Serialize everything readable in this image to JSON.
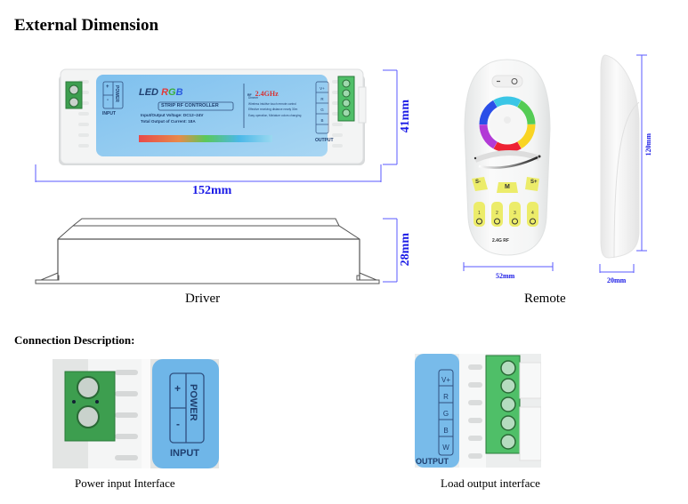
{
  "headings": {
    "external_dimension": "External Dimension",
    "connection_description": "Connection Description:"
  },
  "driver": {
    "label_led": "LED",
    "label_rgb_r": "R",
    "label_rgb_g": "G",
    "label_rgb_b": "B",
    "controller_title": "STRIP RF CONTROLLER",
    "voltage_text": "Input/Output Voltage: DC12~24V",
    "current_text": "Total Output of Current: 18A",
    "rf_prefix": "RF",
    "rf_freq": "2.4GHz",
    "features": [
      "Dimmer",
      "Wireless intuitive touch remote control",
      "Effective receiving distance nearly 30m",
      "Easy operation, Miniature colors changing"
    ],
    "power_label": "POWER",
    "input_label": "INPUT",
    "plus": "+",
    "minus": "-",
    "output_label": "OUTPUT",
    "output_pins": [
      "V+",
      "R",
      "G",
      "B",
      ""
    ],
    "width_dim": "152mm",
    "height_dim": "41mm",
    "depth_dim": "28mm",
    "caption": "Driver"
  },
  "remote": {
    "brightness_minus": "−",
    "power_symbol": "O",
    "button_s_minus": "S-",
    "button_m": "M",
    "button_s_plus": "S+",
    "zones": [
      "1",
      "2",
      "3",
      "4"
    ],
    "rf_label": "2.4G RF",
    "width_dim": "52mm",
    "length_dim": "120mm",
    "thickness_dim": "20mm",
    "caption": "Remote"
  },
  "connections": {
    "power_input": {
      "plus": "+",
      "minus": "-",
      "power_label": "POWER",
      "input_label": "INPUT",
      "caption": "Power input Interface"
    },
    "load_output": {
      "pins": [
        "V+",
        "R",
        "G",
        "B",
        "W"
      ],
      "output_label": "OUTPUT",
      "caption": "Load output interface"
    }
  },
  "colors": {
    "dimension_line": "#5a5aff",
    "dimension_text": "#1a1ae6",
    "label_blue": "#6fb6e8",
    "terminal_green": "#3d9e4f",
    "button_yellow": "#ecec6a"
  }
}
